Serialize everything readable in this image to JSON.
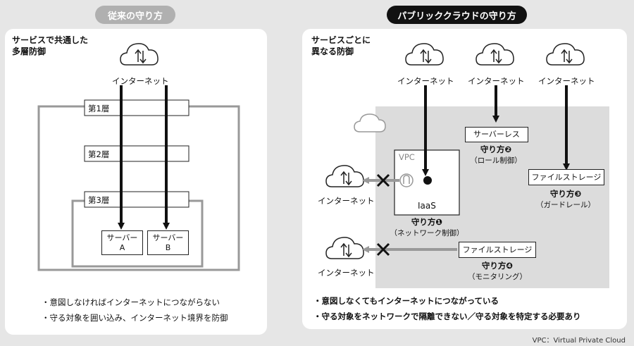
{
  "left": {
    "header": "従来の守り方",
    "subtitle_line1": "サービスで共通した",
    "subtitle_line2": "多層防御",
    "internet_label": "インターネット",
    "layers": [
      "第1層",
      "第2層",
      "第3層"
    ],
    "server_a_line1": "サーバー",
    "server_a_line2": "A",
    "server_b_line1": "サーバー",
    "server_b_line2": "B",
    "bullets": [
      "・意図しなければインターネットにつながらない",
      "・守る対象を囲い込み、インターネット境界を防御"
    ]
  },
  "right": {
    "header": "パブリッククラウドの守り方",
    "subtitle_line1": "サービスごとに",
    "subtitle_line2": "異なる防御",
    "internet_label": "インターネット",
    "vpc_label": "VPC",
    "iaas_label": "IaaS",
    "serverless_label": "サーバーレス",
    "file_storage_label": "ファイルストレージ",
    "methods": [
      {
        "title": "守り方❶",
        "detail": "（ネットワーク制御）"
      },
      {
        "title": "守り方❷",
        "detail": "（ロール制御）"
      },
      {
        "title": "守り方❸",
        "detail": "（ガードレール）"
      },
      {
        "title": "守り方❹",
        "detail": "（モニタリング）"
      }
    ],
    "bullets": [
      "・意図しなくてもインターネットにつながっている",
      "・守る対象をネットワークで隔離できない／守る対象を特定する必要あり"
    ]
  },
  "footnote": "VPC：Virtual Private Cloud"
}
